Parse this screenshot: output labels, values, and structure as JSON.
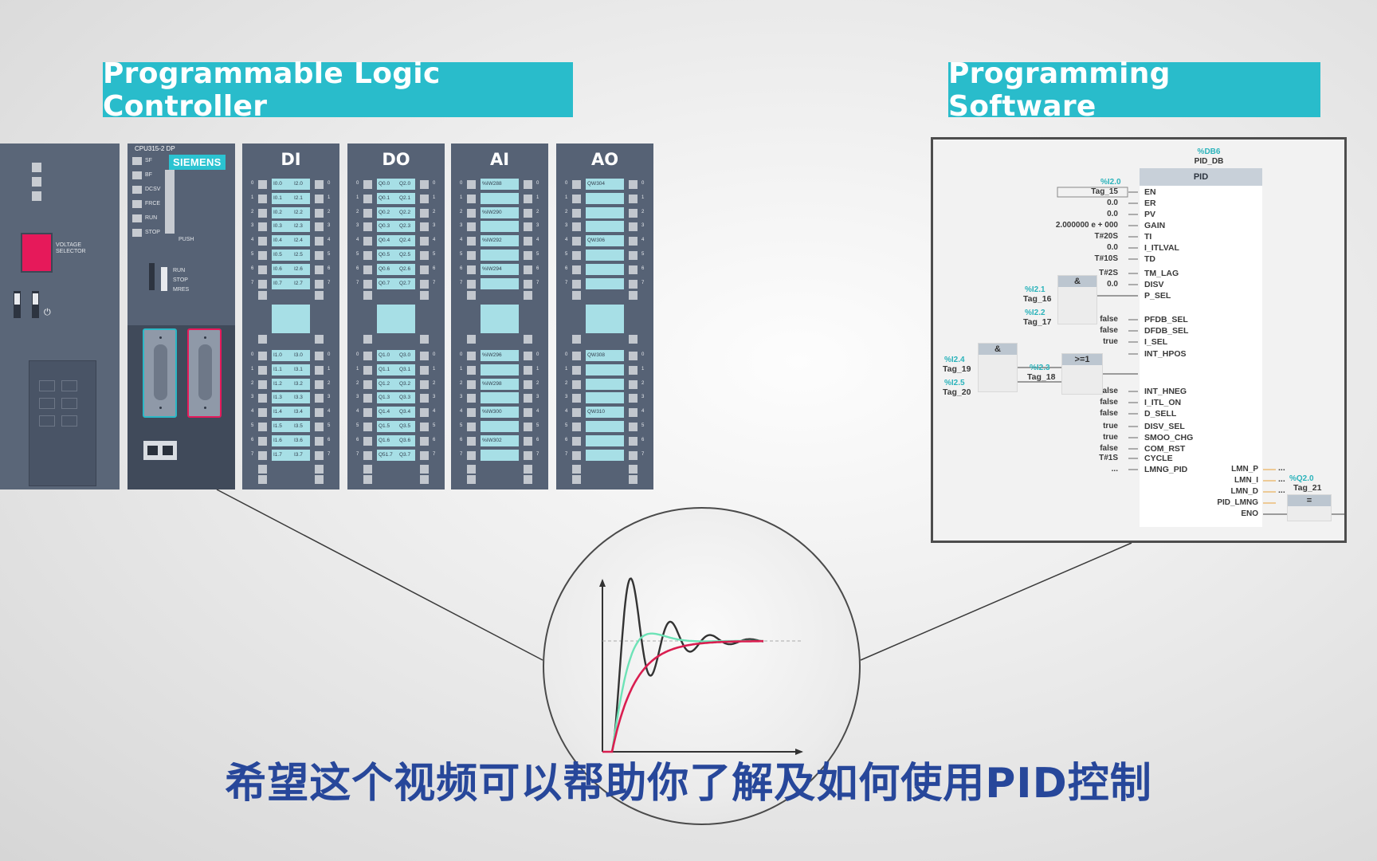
{
  "titles": {
    "plc": "Programmable Logic Controller",
    "software": "Programming Software"
  },
  "psu": {
    "voltage_label_1": "VOLTAGE",
    "voltage_label_2": "SELECTOR",
    "power_symbol": "⏻"
  },
  "cpu": {
    "model": "CPU315-2 DP",
    "brand": "SIEMENS",
    "leds": [
      "SF",
      "BF",
      "DCSV",
      "FRCE",
      "RUN",
      "STOP"
    ],
    "push_label": "PUSH",
    "modes": [
      "RUN",
      "STOP",
      "MRES"
    ]
  },
  "modules": [
    {
      "title": "DI",
      "top": [
        [
          "I0.0",
          "I2.0"
        ],
        [
          "I0.1",
          "I2.1"
        ],
        [
          "I0.2",
          "I2.2"
        ],
        [
          "I0.3",
          "I2.3"
        ],
        [
          "I0.4",
          "I2.4"
        ],
        [
          "I0.5",
          "I2.5"
        ],
        [
          "I0.6",
          "I2.6"
        ],
        [
          "I0.7",
          "I2.7"
        ]
      ],
      "bottom": [
        [
          "I1.0",
          "I3.0"
        ],
        [
          "I1.1",
          "I3.1"
        ],
        [
          "I1.2",
          "I3.2"
        ],
        [
          "I1.3",
          "I3.3"
        ],
        [
          "I1.4",
          "I3.4"
        ],
        [
          "I1.5",
          "I3.5"
        ],
        [
          "I1.6",
          "I3.6"
        ],
        [
          "I1.7",
          "I3.7"
        ]
      ]
    },
    {
      "title": "DO",
      "top": [
        [
          "Q0.0",
          "Q2.0"
        ],
        [
          "Q0.1",
          "Q2.1"
        ],
        [
          "Q0.2",
          "Q2.2"
        ],
        [
          "Q0.3",
          "Q2.3"
        ],
        [
          "Q0.4",
          "Q2.4"
        ],
        [
          "Q0.5",
          "Q2.5"
        ],
        [
          "Q0.6",
          "Q2.6"
        ],
        [
          "Q0.7",
          "Q2.7"
        ]
      ],
      "bottom": [
        [
          "Q1.0",
          "Q3.0"
        ],
        [
          "Q1.1",
          "Q3.1"
        ],
        [
          "Q1.2",
          "Q3.2"
        ],
        [
          "Q1.3",
          "Q3.3"
        ],
        [
          "Q1.4",
          "Q3.4"
        ],
        [
          "Q1.5",
          "Q3.5"
        ],
        [
          "Q1.6",
          "Q3.6"
        ],
        [
          "Q51.7",
          "Q3.7"
        ]
      ]
    },
    {
      "title": "AI",
      "top": [
        "%IW288",
        "",
        "%IW290",
        "",
        "%IW292",
        "",
        "%IW294",
        ""
      ],
      "bottom": [
        "%IW296",
        "",
        "%IW298",
        "",
        "%IW300",
        "",
        "%IW302",
        ""
      ]
    },
    {
      "title": "AO",
      "top": [
        "QW304",
        "",
        "",
        "",
        "QW306",
        "",
        "",
        ""
      ],
      "bottom": [
        "QW308",
        "",
        "",
        "",
        "QW310",
        "",
        "",
        ""
      ]
    }
  ],
  "software": {
    "db_tag": "%DB6",
    "db_name": "PID_DB",
    "block_name": "PID",
    "inputs": [
      {
        "pin": "EN",
        "value": "Tag_15",
        "tag": "%I2.0"
      },
      {
        "pin": "ER",
        "value": "0.0"
      },
      {
        "pin": "PV",
        "value": "0.0"
      },
      {
        "pin": "GAIN",
        "value": "2.000000 e + 000"
      },
      {
        "pin": "TI",
        "value": "T#20S"
      },
      {
        "pin": "I_ITLVAL",
        "value": "0.0"
      },
      {
        "pin": "TD",
        "value": "T#10S"
      },
      {
        "pin": "TM_LAG",
        "value": "T#2S"
      },
      {
        "pin": "DISV",
        "value": "0.0"
      },
      {
        "pin": "P_SEL",
        "value": ""
      },
      {
        "pin": "PFDB_SEL",
        "value": "false"
      },
      {
        "pin": "DFDB_SEL",
        "value": "false"
      },
      {
        "pin": "I_SEL",
        "value": "true"
      },
      {
        "pin": "INT_HPOS",
        "value": ""
      },
      {
        "pin": "INT_HNEG",
        "value": "false"
      },
      {
        "pin": "I_ITL_ON",
        "value": "false"
      },
      {
        "pin": "D_SELL",
        "value": "false"
      },
      {
        "pin": "DISV_SEL",
        "value": "true"
      },
      {
        "pin": "SMOO_CHG",
        "value": "true"
      },
      {
        "pin": "COM_RST",
        "value": "false"
      },
      {
        "pin": "CYCLE",
        "value": "T#1S"
      },
      {
        "pin": "LMNG_PID",
        "value": "..."
      }
    ],
    "outputs": [
      "LMN_P",
      "LMN_I",
      "LMN_D",
      "PID_LMNG",
      "ENO"
    ],
    "and_gate_1": {
      "label": "&",
      "tags": [
        [
          "%I2.1",
          "Tag_16"
        ],
        [
          "%I2.2",
          "Tag_17"
        ]
      ]
    },
    "and_gate_2": {
      "label": "&",
      "tags": [
        [
          "%I2.4",
          "Tag_19"
        ],
        [
          "%I2.5",
          "Tag_20"
        ]
      ]
    },
    "or_gate": {
      "label": ">=1",
      "tags": [
        [
          "%I2.3",
          "Tag_18"
        ]
      ]
    },
    "assign": {
      "label": "=",
      "tag": "%Q2.0",
      "name": "Tag_21"
    },
    "dots": "..."
  },
  "caption": "希望这个视频可以帮助你了解及如何使用PID控制",
  "colors": {
    "accent": "#29bccb",
    "caption": "#27479a",
    "red_curve": "#d91e50",
    "green_curve": "#6de3b7",
    "dark_curve": "#333333"
  }
}
